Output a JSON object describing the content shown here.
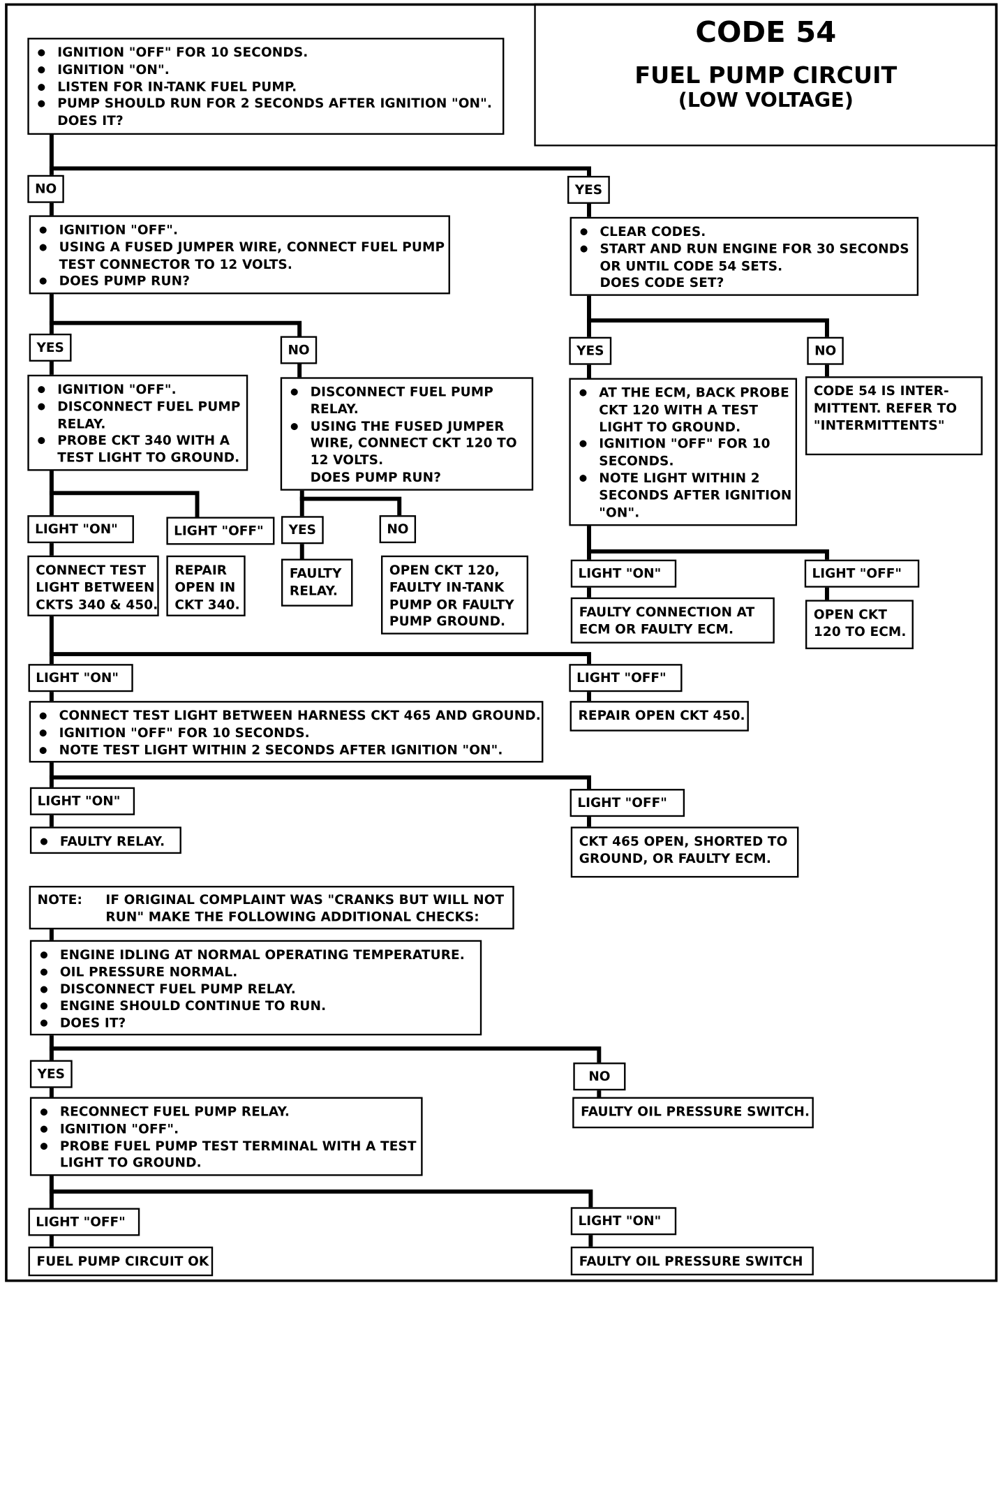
{
  "title": {
    "code": "CODE 54",
    "circuit": "FUEL PUMP CIRCUIT",
    "condition": "(LOW VOLTAGE)"
  },
  "start": {
    "lines": [
      "IGNITION \"OFF\" FOR 10 SECONDS.",
      "IGNITION \"ON\".",
      "LISTEN FOR IN-TANK FUEL PUMP.",
      "PUMP SHOULD RUN FOR 2 SECONDS AFTER IGNITION \"ON\".",
      "DOES IT?"
    ]
  },
  "branch_no": {
    "label": "NO",
    "step": [
      "IGNITION \"OFF\".",
      "USING A FUSED JUMPER WIRE, CONNECT FUEL PUMP",
      "TEST CONNECTOR TO 12 VOLTS.",
      "DOES PUMP RUN?"
    ],
    "yes": {
      "label": "YES",
      "step": [
        "IGNITION \"OFF\".",
        "DISCONNECT FUEL PUMP",
        "RELAY.",
        "PROBE CKT 340 WITH A",
        "TEST LIGHT TO GROUND."
      ],
      "light_on": {
        "label": "LIGHT \"ON\"",
        "step": [
          "CONNECT TEST",
          "LIGHT BETWEEN",
          "CKTS 340 & 450."
        ]
      },
      "light_off": {
        "label": "LIGHT \"OFF\"",
        "step": [
          "REPAIR",
          "OPEN IN",
          "CKT 340."
        ]
      }
    },
    "no": {
      "label": "NO",
      "step": [
        "DISCONNECT FUEL PUMP",
        "RELAY.",
        "USING THE FUSED JUMPER",
        "WIRE, CONNECT CKT 120 TO",
        "12 VOLTS.",
        "DOES PUMP RUN?"
      ],
      "yes": {
        "label": "YES",
        "step": [
          "FAULTY",
          "RELAY."
        ]
      },
      "no": {
        "label": "NO",
        "step": [
          "OPEN CKT 120,",
          "FAULTY IN-TANK",
          "PUMP OR FAULTY",
          "PUMP GROUND."
        ]
      }
    }
  },
  "branch_yes": {
    "label": "YES",
    "step": [
      "CLEAR CODES.",
      "START AND RUN ENGINE FOR 30 SECONDS",
      "OR UNTIL CODE 54 SETS.",
      "DOES CODE SET?"
    ],
    "yes": {
      "label": "YES",
      "step": [
        "AT THE ECM, BACK PROBE",
        "CKT 120 WITH A TEST",
        "LIGHT TO GROUND.",
        "IGNITION \"OFF\" FOR 10",
        "SECONDS.",
        "NOTE LIGHT WITHIN 2",
        "SECONDS AFTER IGNITION",
        "\"ON\"."
      ],
      "light_on": {
        "label": "LIGHT \"ON\"",
        "step": [
          "FAULTY CONNECTION AT",
          "ECM OR FAULTY ECM."
        ]
      },
      "light_off": {
        "label": "LIGHT \"OFF\"",
        "step": [
          "OPEN CKT",
          "120 TO ECM."
        ]
      }
    },
    "no": {
      "label": "NO",
      "step": [
        "CODE 54 IS INTER-",
        "MITTENT.  REFER TO",
        "\"INTERMITTENTS\""
      ]
    }
  },
  "ckt450": {
    "light_on": {
      "label": "LIGHT \"ON\""
    },
    "light_off": {
      "label": "LIGHT \"OFF\"",
      "step": "REPAIR OPEN CKT 450."
    },
    "step": [
      "CONNECT TEST LIGHT BETWEEN HARNESS CKT 465 AND GROUND.",
      "IGNITION \"OFF\" FOR 10 SECONDS.",
      "NOTE TEST LIGHT WITHIN 2 SECONDS AFTER IGNITION \"ON\"."
    ]
  },
  "ckt465": {
    "light_on": {
      "label": "LIGHT \"ON\"",
      "step": "FAULTY RELAY."
    },
    "light_off": {
      "label": "LIGHT \"OFF\"",
      "step": [
        "CKT 465 OPEN, SHORTED TO",
        "GROUND, OR FAULTY ECM."
      ]
    }
  },
  "note": {
    "key": "NOTE:",
    "lines": [
      "IF ORIGINAL COMPLAINT WAS \"CRANKS BUT WILL NOT",
      "RUN\" MAKE THE FOLLOWING ADDITIONAL CHECKS:"
    ]
  },
  "oil_check": {
    "step": [
      "ENGINE IDLING AT NORMAL OPERATING TEMPERATURE.",
      "OIL PRESSURE NORMAL.",
      "DISCONNECT FUEL PUMP RELAY.",
      "ENGINE SHOULD CONTINUE TO RUN.",
      "DOES IT?"
    ],
    "yes": {
      "label": "YES",
      "step": [
        "RECONNECT FUEL PUMP RELAY.",
        "IGNITION \"OFF\".",
        "PROBE FUEL PUMP TEST TERMINAL WITH A TEST",
        "LIGHT TO GROUND."
      ],
      "light_off": {
        "label": "LIGHT \"OFF\"",
        "step": "FUEL PUMP CIRCUIT OK"
      },
      "light_on": {
        "label": "LIGHT \"ON\"",
        "step": "FAULTY OIL PRESSURE SWITCH"
      }
    },
    "no": {
      "label": "NO",
      "step": "FAULTY OIL PRESSURE SWITCH."
    }
  }
}
